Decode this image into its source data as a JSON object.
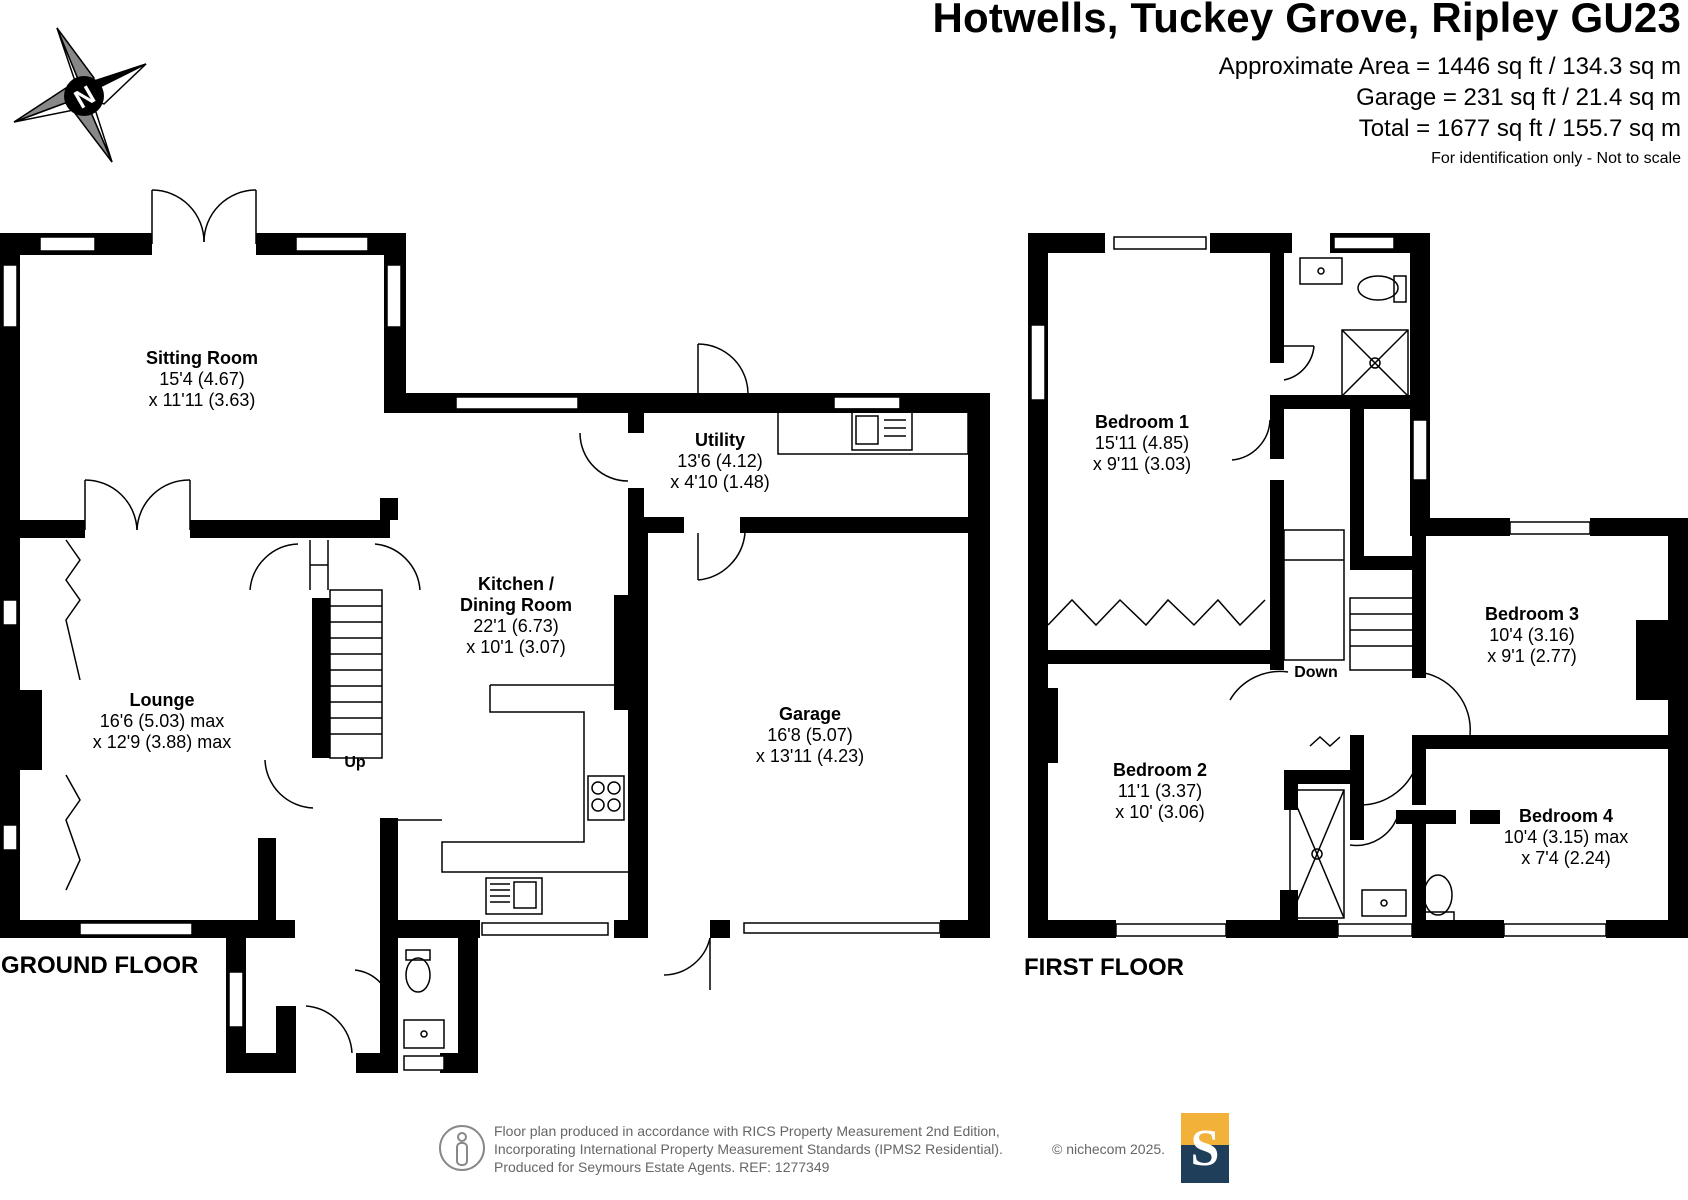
{
  "header": {
    "title": "Hotwells, Tuckey Grove, Ripley GU23",
    "approx_area": "Approximate Area = 1446 sq ft / 134.3 sq m",
    "garage_area": "Garage = 231 sq ft / 21.4 sq m",
    "total_area": "Total = 1677 sq ft / 155.7 sq m",
    "note": "For identification only - Not to scale"
  },
  "compass": {
    "label": "N",
    "icon": "compass-rose-icon"
  },
  "floors": {
    "ground_label": "GROUND FLOOR",
    "first_label": "FIRST FLOOR"
  },
  "rooms": {
    "sitting": {
      "name": "Sitting Room",
      "dim1": "15'4 (4.67)",
      "dim2": "x 11'11 (3.63)"
    },
    "lounge": {
      "name": "Lounge",
      "dim1": "16'6 (5.03) max",
      "dim2": "x 12'9 (3.88) max"
    },
    "kitchen": {
      "name1": "Kitchen /",
      "name2": "Dining Room",
      "dim1": "22'1 (6.73)",
      "dim2": "x 10'1 (3.07)"
    },
    "utility": {
      "name": "Utility",
      "dim1": "13'6 (4.12)",
      "dim2": "x 4'10 (1.48)"
    },
    "garage": {
      "name": "Garage",
      "dim1": "16'8 (5.07)",
      "dim2": "x 13'11 (4.23)"
    },
    "bedroom1": {
      "name": "Bedroom 1",
      "dim1": "15'11 (4.85)",
      "dim2": "x 9'11 (3.03)"
    },
    "bedroom2": {
      "name": "Bedroom 2",
      "dim1": "11'1 (3.37)",
      "dim2": "x 10' (3.06)"
    },
    "bedroom3": {
      "name": "Bedroom 3",
      "dim1": "10'4 (3.16)",
      "dim2": "x 9'1 (2.77)"
    },
    "bedroom4": {
      "name": "Bedroom 4",
      "dim1": "10'4 (3.15) max",
      "dim2": "x 7'4 (2.24)"
    }
  },
  "stairs": {
    "up": "Up",
    "down": "Down"
  },
  "footer": {
    "line1": "Floor plan produced in accordance with RICS Property Measurement 2nd Edition,",
    "line2": "Incorporating International Property Measurement Standards (IPMS2 Residential).",
    "line3": "Produced for Seymours Estate Agents.   REF: 1277349",
    "copyright": "© nichecom 2025.",
    "logo_letter": "S",
    "logo_colors": {
      "navy": "#1f3e5a",
      "gold": "#f2b23a"
    },
    "person_icon": "person-icon"
  }
}
